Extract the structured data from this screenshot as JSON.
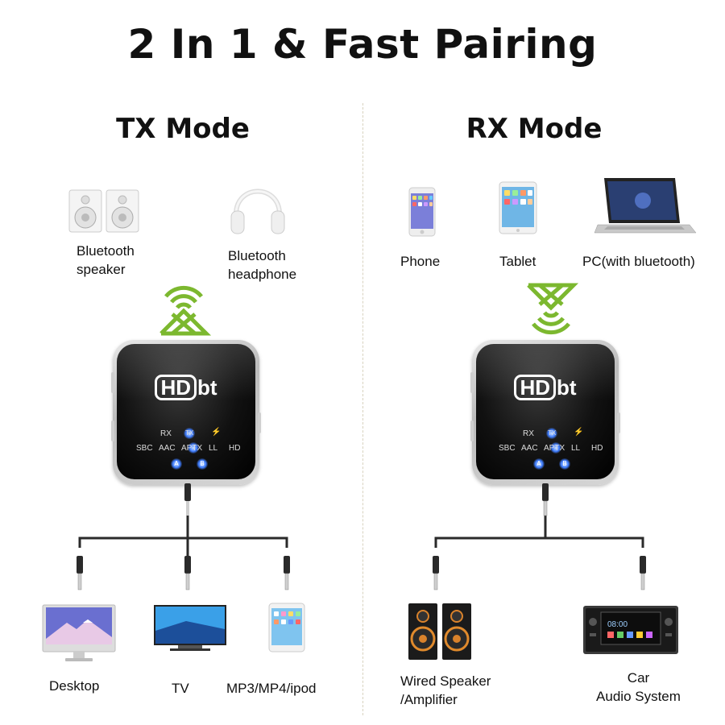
{
  "title": "2 In 1 & Fast Pairing",
  "tx": {
    "mode_title": "TX Mode",
    "top_devices": [
      "Bluetooth\nspeaker",
      "Bluetooth\nheadphone"
    ],
    "bottom_devices": [
      "Desktop",
      "TV",
      "MP3/MP4/ipod"
    ]
  },
  "rx": {
    "mode_title": "RX Mode",
    "top_devices": [
      "Phone",
      "Tablet",
      "PC(with bluetooth)"
    ],
    "bottom_devices": [
      "Wired Speaker\n/Amplifier",
      "Car\nAudio System"
    ]
  },
  "device": {
    "logo_hd": "HD",
    "logo_bt": "bt",
    "indicators": [
      "RX",
      "TX",
      "SBC",
      "AAC",
      "APTX",
      "LL",
      "HD"
    ],
    "buttons": [
      "A",
      "B"
    ]
  },
  "colors": {
    "bluetooth_green": "#7cb82f",
    "led_blue": "#3f7dff",
    "cable": "#2a2a2a"
  }
}
